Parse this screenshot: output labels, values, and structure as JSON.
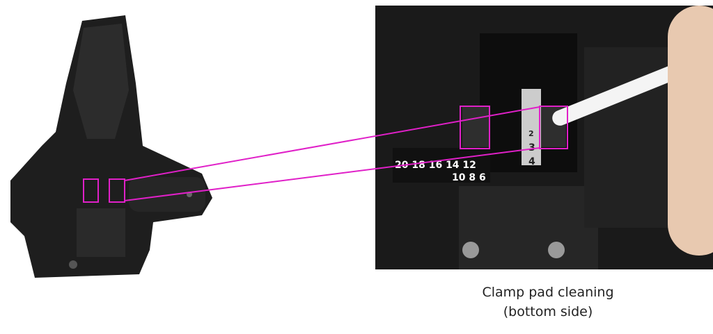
{
  "caption": {
    "line1": "Clamp pad cleaning",
    "line2": "(bottom side)"
  },
  "photo_labels": {
    "ruler_top": "20 18 16 14 12",
    "ruler_bottom": "10  8  6",
    "scale_2": "2",
    "scale_3": "3",
    "scale_4": "4"
  },
  "colors": {
    "highlight": "#e020c8",
    "device": "#1e1e1e"
  }
}
